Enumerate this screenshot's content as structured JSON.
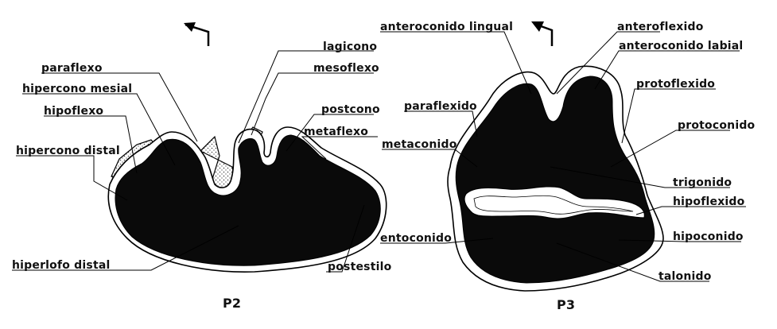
{
  "p2": {
    "caption": "P2",
    "labels": {
      "paraflexo": "paraflexo",
      "hipercono_mesial": "hipercono mesial",
      "hipoflexo": "hipoflexo",
      "hipercono_distal": "hipercono distal",
      "hiperlofo_distal": "hiperlofo distal",
      "lagicono": "lagicono",
      "mesoflexo": "mesoflexo",
      "postcono": "postcono",
      "metaflexo": "metaflexo",
      "postestilo": "postestilo"
    }
  },
  "p3": {
    "caption": "P3",
    "labels": {
      "anteroconido_lingual": "anteroconido lingual",
      "anteroflexido": "anteroflexido",
      "anteroconido_labial": "anteroconido labial",
      "paraflexido": "paraflexido",
      "protoflexido": "protoflexido",
      "metaconido": "metaconido",
      "protoconido": "protoconido",
      "trigonido": "trigonido",
      "hipoflexido": "hipoflexido",
      "entoconido": "entoconido",
      "hipoconido": "hipoconido",
      "talonido": "talonido"
    }
  },
  "colors": {
    "ink": "#000000",
    "dentine": "#0a0a0a",
    "enamel": "#ffffff",
    "cement_dots": "#555555"
  }
}
